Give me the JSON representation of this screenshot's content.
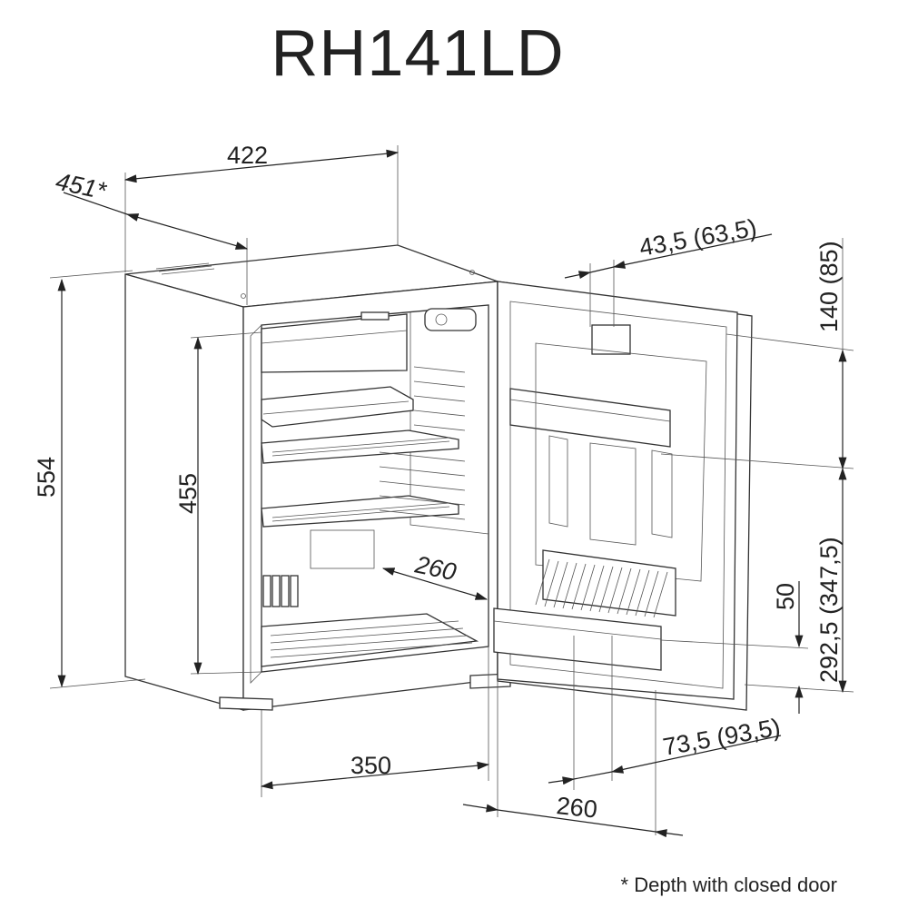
{
  "title": "RH141LD",
  "footnote": "* Depth with closed door",
  "dimensions": {
    "width_top": "422",
    "depth_closed": "451*",
    "height_total": "554",
    "height_interior": "455",
    "interior_width": "350",
    "interior_depth": "260",
    "door_clearance": "260",
    "door_offset": "43,5 (63,5)",
    "door_top": "140 (85)",
    "door_mid": "292,5 (347,5)",
    "door_bottom": "50",
    "door_depth": "73,5 (93,5)"
  }
}
